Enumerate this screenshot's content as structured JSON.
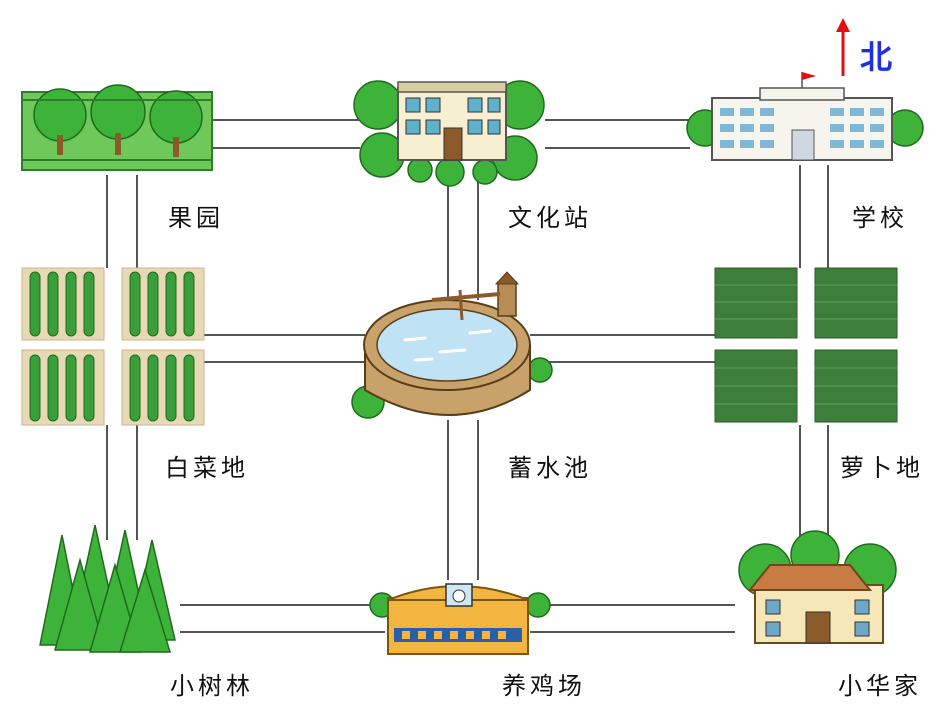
{
  "north_label": "北",
  "locations": {
    "orchard": "果园",
    "culture_station": "文化站",
    "school": "学校",
    "cabbage_field": "白菜地",
    "reservoir": "蓄水池",
    "radish_field": "萝卜地",
    "grove": "小树林",
    "chicken_farm": "养鸡场",
    "xiaohua_home": "小华家"
  },
  "colors": {
    "road": "#555555",
    "tree": "#3db33a",
    "tree_dark": "#2a7f28",
    "water": "#bfe3f5",
    "wood": "#c8a26a",
    "building_yellow": "#f2b640",
    "north_arrow": "#e01010",
    "north_text": "#1d2fe0"
  }
}
